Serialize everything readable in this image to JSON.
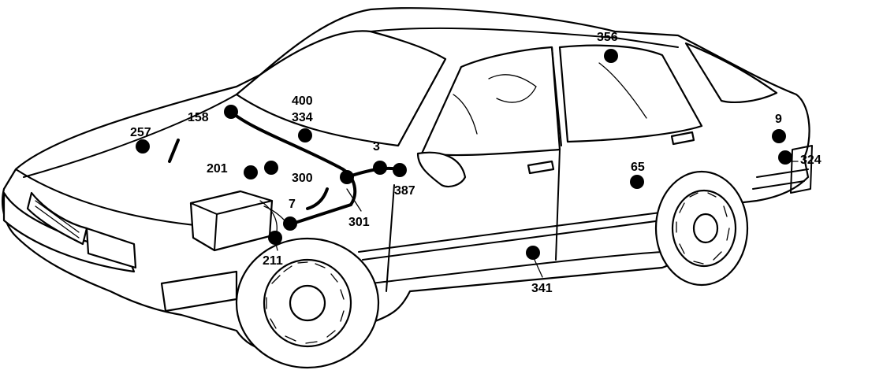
{
  "diagram": {
    "labels": {
      "l356": "356",
      "l400": "400",
      "l334": "334",
      "l158": "158",
      "l257": "257",
      "l9": "9",
      "l3": "3",
      "l201": "201",
      "l300": "300",
      "l387": "387",
      "l65": "65",
      "l324": "324",
      "l7": "7",
      "l301": "301",
      "l211": "211",
      "l341": "341"
    }
  }
}
